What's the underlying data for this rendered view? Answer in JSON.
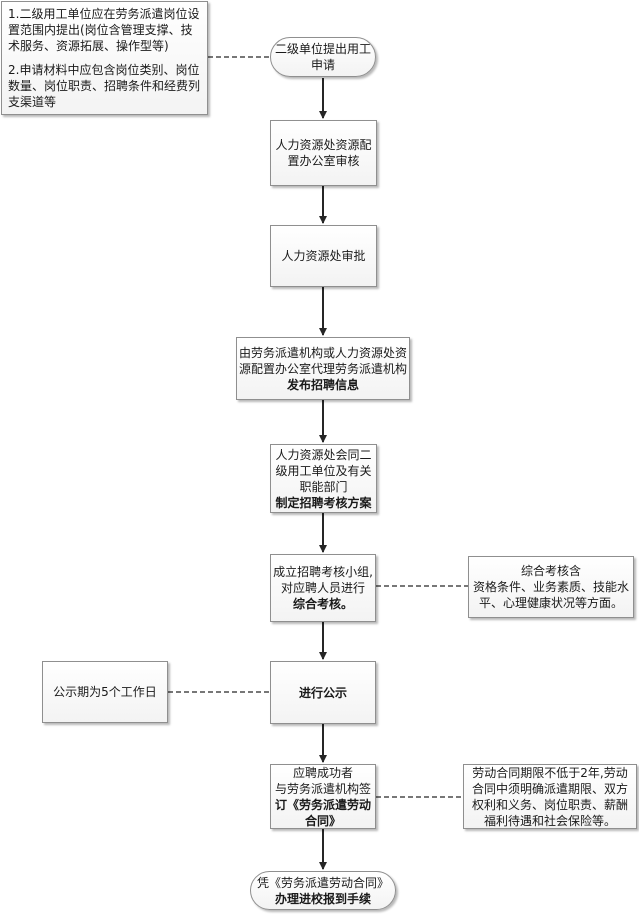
{
  "nodes": {
    "start": {
      "lines": [
        "二级单位提出用工",
        "申请"
      ]
    },
    "review": {
      "lines": [
        "人力资源处资源配",
        "置办公室审核"
      ]
    },
    "approve": {
      "lines": [
        "人力资源处审批"
      ]
    },
    "publish": {
      "lines": [
        "由劳务派遣机构或人力资源处资",
        "源配置办公室代理劳务派遣机构"
      ],
      "bold": "发布招聘信息"
    },
    "plan": {
      "lines": [
        "人力资源处会同二",
        "级用工单位及有关",
        "职能部门"
      ],
      "bold": "制定招聘考核方案"
    },
    "assess": {
      "lines": [
        "成立招聘考核小组,",
        "对应聘人员进行"
      ],
      "bold": "综合考核。"
    },
    "publicity": {
      "bold": "进行公示"
    },
    "contract": {
      "lines": [
        "应聘成功者",
        "与劳务派遣机构签"
      ],
      "bold_lines": [
        "订《劳务派遣劳动",
        "合同》"
      ]
    },
    "end": {
      "lines": [
        "凭《劳务派遣劳动合同》"
      ],
      "bold": "办理进校报到手续"
    }
  },
  "notes": {
    "requirements": {
      "para1": [
        "1.二级用工单位应在劳务派遣岗位设",
        "置范围内提出(岗位含管理支撑、技",
        "术服务、资源拓展、操作型等)"
      ],
      "para2": [
        "2.申请材料中应包含岗位类别、岗位",
        "数量、岗位职责、招聘条件和经费列",
        "支渠道等"
      ]
    },
    "assessment": {
      "lines": [
        "综合考核含",
        "资格条件、业务素质、技能水",
        "平、心理健康状况等方面。"
      ]
    },
    "publicity_period": {
      "lines": [
        "公示期为5个工作日"
      ]
    },
    "contract_terms": {
      "lines": [
        "劳动合同期限不低于2年,劳动",
        "合同中须明确派遣期限、双方",
        "权利和义务、岗位职责、薪酬",
        "福利待遇和社会保险等。"
      ]
    }
  },
  "colors": {
    "border": "#8f8f8f",
    "arrow": "#262626",
    "dashed": "#262626"
  }
}
